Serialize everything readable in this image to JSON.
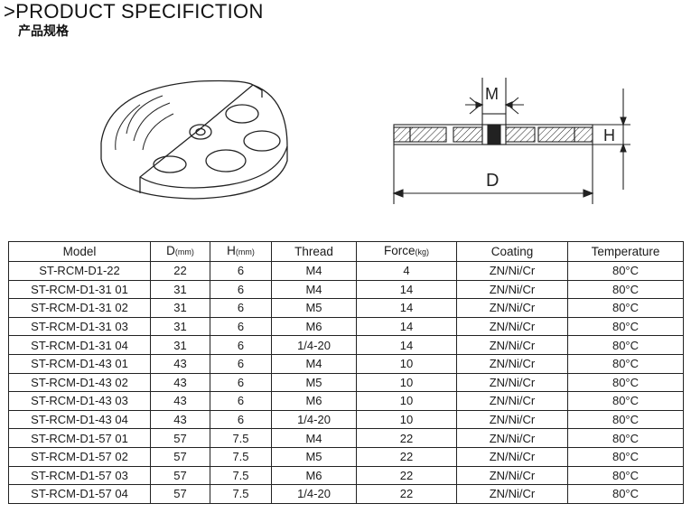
{
  "header": {
    "marker": ">",
    "title": "PRODUCT SPECIFICTION",
    "subtitle": "产品规格"
  },
  "drawing": {
    "label_m": "M",
    "label_h": "H",
    "label_d": "D"
  },
  "table": {
    "columns": [
      {
        "label": "Model",
        "unit": ""
      },
      {
        "label": "D",
        "unit": "(mm)"
      },
      {
        "label": "H",
        "unit": "(mm)"
      },
      {
        "label": "Thread",
        "unit": ""
      },
      {
        "label": "Force",
        "unit": "(kg)"
      },
      {
        "label": "Coating",
        "unit": ""
      },
      {
        "label": "Temperature",
        "unit": ""
      }
    ],
    "rows": [
      [
        "ST-RCM-D1-22",
        "22",
        "6",
        "M4",
        "4",
        "ZN/Ni/Cr",
        "80°C"
      ],
      [
        "ST-RCM-D1-31 01",
        "31",
        "6",
        "M4",
        "14",
        "ZN/Ni/Cr",
        "80°C"
      ],
      [
        "ST-RCM-D1-31 02",
        "31",
        "6",
        "M5",
        "14",
        "ZN/Ni/Cr",
        "80°C"
      ],
      [
        "ST-RCM-D1-31 03",
        "31",
        "6",
        "M6",
        "14",
        "ZN/Ni/Cr",
        "80°C"
      ],
      [
        "ST-RCM-D1-31 04",
        "31",
        "6",
        "1/4-20",
        "14",
        "ZN/Ni/Cr",
        "80°C"
      ],
      [
        "ST-RCM-D1-43 01",
        "43",
        "6",
        "M4",
        "10",
        "ZN/Ni/Cr",
        "80°C"
      ],
      [
        "ST-RCM-D1-43 02",
        "43",
        "6",
        "M5",
        "10",
        "ZN/Ni/Cr",
        "80°C"
      ],
      [
        "ST-RCM-D1-43 03",
        "43",
        "6",
        "M6",
        "10",
        "ZN/Ni/Cr",
        "80°C"
      ],
      [
        "ST-RCM-D1-43 04",
        "43",
        "6",
        "1/4-20",
        "10",
        "ZN/Ni/Cr",
        "80°C"
      ],
      [
        "ST-RCM-D1-57 01",
        "57",
        "7.5",
        "M4",
        "22",
        "ZN/Ni/Cr",
        "80°C"
      ],
      [
        "ST-RCM-D1-57 02",
        "57",
        "7.5",
        "M5",
        "22",
        "ZN/Ni/Cr",
        "80°C"
      ],
      [
        "ST-RCM-D1-57 03",
        "57",
        "7.5",
        "M6",
        "22",
        "ZN/Ni/Cr",
        "80°C"
      ],
      [
        "ST-RCM-D1-57 04",
        "57",
        "7.5",
        "1/4-20",
        "22",
        "ZN/Ni/Cr",
        "80°C"
      ]
    ]
  }
}
